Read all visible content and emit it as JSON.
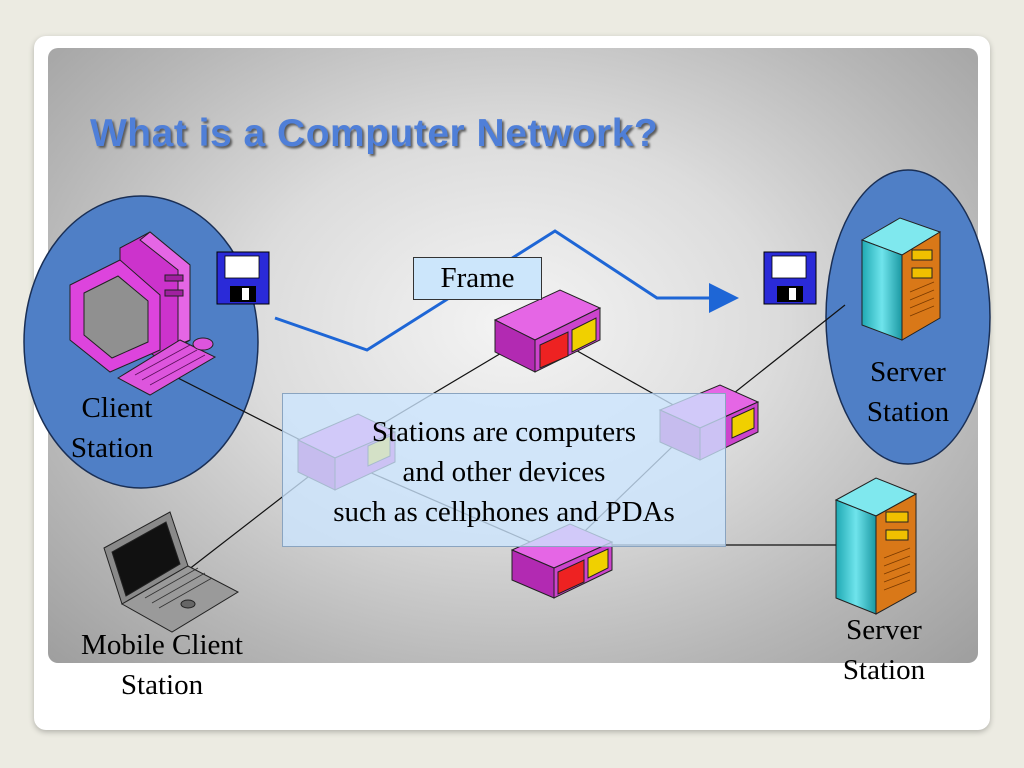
{
  "title": "What is a Computer Network?",
  "frame_label": "Frame",
  "client_station": {
    "line1": "Client",
    "line2": "Station"
  },
  "server_station_top": {
    "line1": "Server",
    "line2": "Station"
  },
  "server_station_bottom": {
    "line1": "Server",
    "line2": "Station"
  },
  "mobile_client_station": {
    "line1": "Mobile Client",
    "line2": "Station"
  },
  "callout": {
    "line1": "Stations are computers",
    "line2": "and other devices",
    "line3": "such as cellphones and PDAs"
  },
  "colors": {
    "title": "#4f7fd8",
    "station_circle": "#4f7fc6",
    "frame_path": "#1e66d6",
    "router": "#cc44cc",
    "server": "#33cccc",
    "computer": "#dd44dd"
  },
  "icons": [
    "desktop-computer-icon",
    "floppy-disk-icon",
    "router-icon",
    "server-tower-icon",
    "laptop-icon"
  ]
}
